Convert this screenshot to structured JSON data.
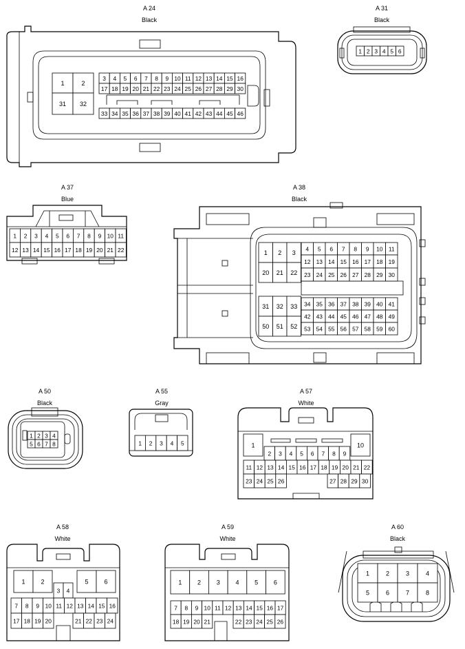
{
  "connectors": [
    {
      "id": "a24",
      "name": "A 24",
      "color": "Black"
    },
    {
      "id": "a31",
      "name": "A 31",
      "color": "Black"
    },
    {
      "id": "a37",
      "name": "A 37",
      "color": "Blue"
    },
    {
      "id": "a38",
      "name": "A 38",
      "color": "Black"
    },
    {
      "id": "a50",
      "name": "A 50",
      "color": "Black"
    },
    {
      "id": "a55",
      "name": "A 55",
      "color": "Gray"
    },
    {
      "id": "a57",
      "name": "A 57",
      "color": "White"
    },
    {
      "id": "a58",
      "name": "A 58",
      "color": "White"
    },
    {
      "id": "a59",
      "name": "A 59",
      "color": "White"
    },
    {
      "id": "a60",
      "name": "A 60",
      "color": "Black"
    }
  ]
}
